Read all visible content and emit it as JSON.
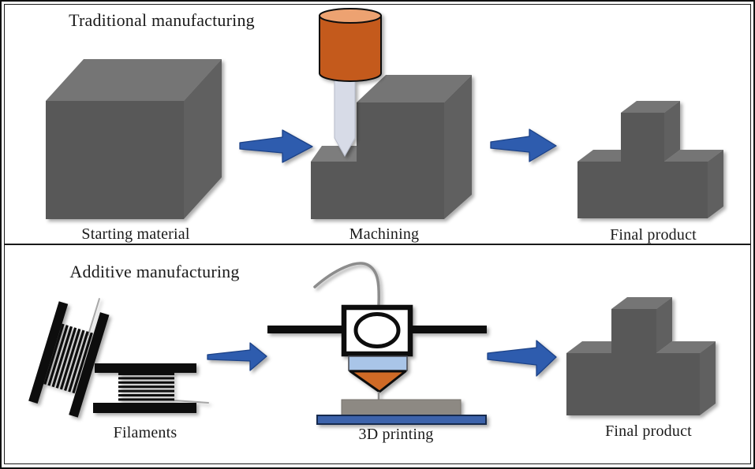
{
  "figure": {
    "panels": [
      {
        "id": "traditional",
        "title": "Traditional manufacturing",
        "steps": [
          {
            "label": "Starting material"
          },
          {
            "label": "Machining"
          },
          {
            "label": "Final product"
          }
        ]
      },
      {
        "id": "additive",
        "title": "Additive manufacturing",
        "steps": [
          {
            "label": "Filaments"
          },
          {
            "label": "3D printing"
          },
          {
            "label": "Final product"
          }
        ]
      }
    ]
  },
  "icons": {
    "starting_material": "solid-cube-icon",
    "machining": "milling-tool-cutting-block-icon",
    "final_product": "t-shaped-block-icon",
    "filaments": "filament-spools-icon",
    "printing": "fdm-printer-head-icon",
    "flow": "right-block-arrow-icon"
  },
  "colors": {
    "panel_border": "#1a1a1a",
    "text": "#1a1a1a",
    "arrow_blue": "#2d5cae",
    "arrow_outline": "#1e4287",
    "cube_front": "#585858",
    "cube_top": "#747474",
    "cube_right": "#606060",
    "step_floor": "#7d7d7d",
    "tool_body": "#c45a1f",
    "tool_top": "#eda271",
    "drill_bit": "#d7dbe7",
    "spool_black": "#0b0b0b",
    "wire_gray": "#8c8c8c",
    "cooler_blue": "#a9c5e8",
    "nozzle_orange": "#cf6a25",
    "printed_part": "#8d8983",
    "bed_blue": "#3c63ab"
  }
}
